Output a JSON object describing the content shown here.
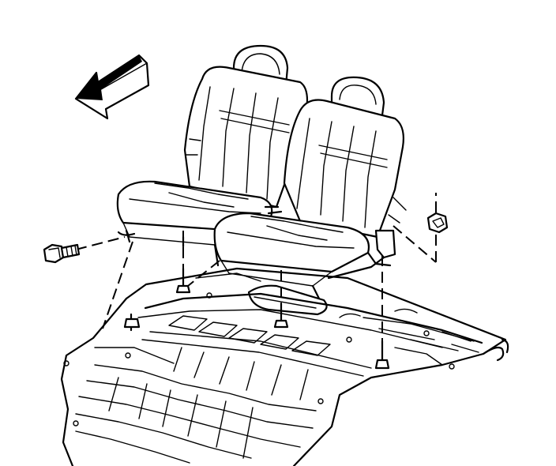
{
  "figure": {
    "subject": "rear-seat-installation",
    "colors": {
      "line": "#000000",
      "background": "#ffffff"
    },
    "parts": [
      {
        "name": "forward-direction-arrow-icon"
      },
      {
        "name": "left-seat-assembly"
      },
      {
        "name": "right-seat-assembly"
      },
      {
        "name": "seat-bolt"
      },
      {
        "name": "seat-nut"
      },
      {
        "name": "floor-pan"
      },
      {
        "name": "floor-studs"
      }
    ]
  }
}
